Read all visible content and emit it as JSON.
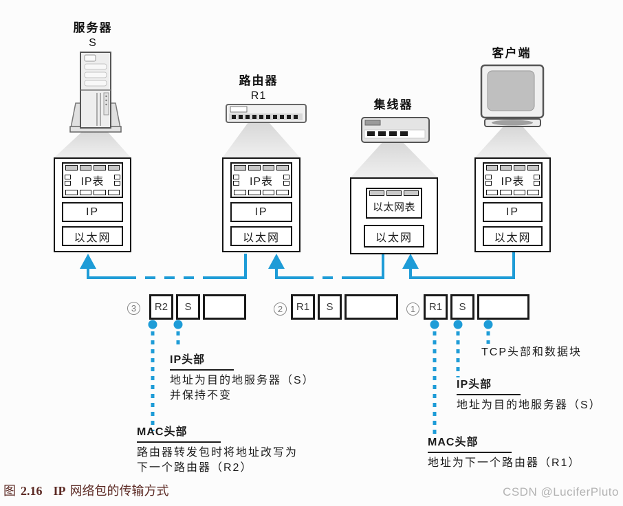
{
  "colors": {
    "blue": "#1e9cd7",
    "box_border": "#1a1a1a",
    "trapezoid_top": "#d7d7d7",
    "trapezoid_bottom": "#f0f0f0",
    "table_cell_gray": "#c9c9c9",
    "caption_color": "#5c2a24",
    "watermark_color": "#b3b3b3"
  },
  "devices": {
    "server": {
      "label": "服务器",
      "sublabel": "S"
    },
    "router": {
      "label": "路由器",
      "sublabel": "R1"
    },
    "hub": {
      "label": "集线器"
    },
    "client": {
      "label": "客户端"
    }
  },
  "stacks": {
    "server": {
      "table": "IP表",
      "ip": "IP",
      "eth": "以太网"
    },
    "router": {
      "table": "IP表",
      "ip": "IP",
      "eth": "以太网"
    },
    "hub": {
      "table": "以太网表",
      "eth": "以太网"
    },
    "client": {
      "table": "IP表",
      "ip": "IP",
      "eth": "以太网"
    }
  },
  "packets": [
    {
      "num": "3",
      "mac": "R2",
      "ip": "S"
    },
    {
      "num": "2",
      "mac": "R1",
      "ip": "S"
    },
    {
      "num": "1",
      "mac": "R1",
      "ip": "S"
    }
  ],
  "annotations": {
    "left_ip_title": "IP头部",
    "left_ip_line1": "地址为目的地服务器（S）",
    "left_ip_line2": "并保持不变",
    "left_mac_title": "MAC头部",
    "left_mac_line1": "路由器转发包时将地址改写为",
    "left_mac_line2": "下一个路由器（R2）",
    "tcp_label": "TCP头部和数据块",
    "right_ip_title": "IP头部",
    "right_ip_line1": "地址为目的地服务器（S）",
    "right_mac_title": "MAC头部",
    "right_mac_line1": "地址为下一个路由器（R1）"
  },
  "caption": {
    "prefix": "图",
    "number": "2.16",
    "title_bold": "IP",
    "title_rest": "网络包的传输方式"
  },
  "watermark": "CSDN @LuciferPluto"
}
